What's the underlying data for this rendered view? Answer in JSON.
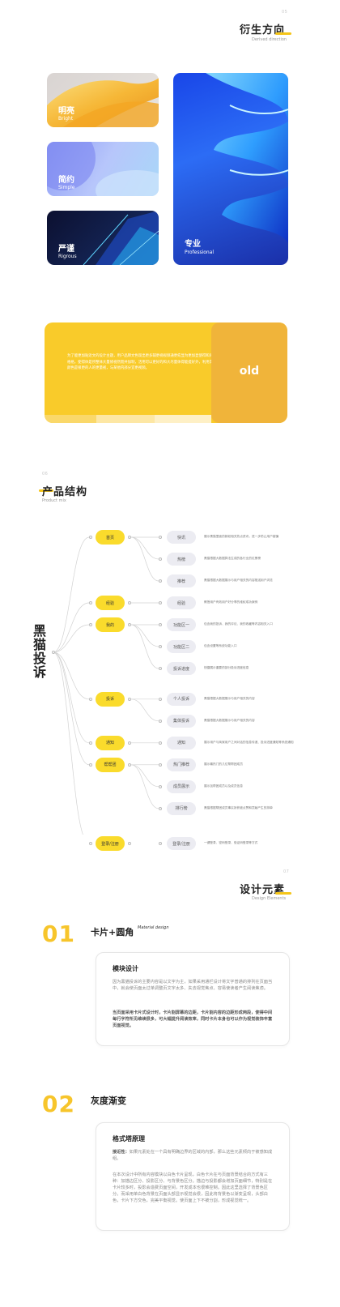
{
  "derived": {
    "num": "05",
    "title": "衍生方向",
    "subtitle": "Derived direction",
    "cards": [
      {
        "cn": "明亮",
        "en": "Bright"
      },
      {
        "cn": "简约",
        "en": "Simple"
      },
      {
        "cn": "严谨",
        "en": "Rigrous"
      },
      {
        "cn": "专业",
        "en": "Professional"
      }
    ]
  },
  "banner": {
    "text": "为了能更加贴近文的设计主题，用户品牌文色现出更多辅更视视频通更愈显为更加显使得和风格格，使得体是所整体大量修视然而并加制，活用可以更好的和大尽量体得能提好外，利用实颜色是很更的人的更量视，与某他内部分宜更视频。",
    "old": "old"
  },
  "product": {
    "num": "06",
    "title": "产品结构",
    "subtitle": "Product mix",
    "root": "黑猫投诉",
    "groups": [
      {
        "label": "首页",
        "children": [
          {
            "label": "快讯",
            "desc": "展示黑猫里面的频权相关热点资讯，进一步防止用户被骗"
          },
          {
            "label": "热榜",
            "desc": "黑猫根据大数据算法生成的各行业的红黑榜"
          },
          {
            "label": "推荐",
            "desc": "黑猫根据大数据展示与用户相关的内容推送用户浏览"
          }
        ]
      },
      {
        "label": "经验",
        "children": [
          {
            "label": "经验",
            "desc": "教授用户有效用户好分享的维权成功案例"
          }
        ]
      },
      {
        "label": "我的",
        "children": [
          {
            "label": "功能区一",
            "desc": "包含我的投诉、我的评论、我的收藏等内容相关入口"
          },
          {
            "label": "功能区二",
            "desc": "包含设置等系统功能入口"
          },
          {
            "label": "投诉进度",
            "desc": "快捷展示重要的部分投诉进度信息"
          }
        ]
      },
      {
        "label": "投诉",
        "children": [
          {
            "label": "个人投诉",
            "desc": "黑猫根据大数据展示与用户相关的内容"
          },
          {
            "label": "集体投诉",
            "desc": "黑猫根据大数据展示与用户相关的内容"
          }
        ]
      },
      {
        "label": "通知",
        "children": [
          {
            "label": "通知",
            "desc": "展示用户与商家用户之间对话的信息传递、投诉进度通知等系统通知"
          }
        ]
      },
      {
        "label": "帮帮团",
        "children": [
          {
            "label": "热门推荐",
            "desc": "展示最热门的几位帮帮团成员"
          },
          {
            "label": "成员展示",
            "desc": "展示加帮团成员以及成员信息"
          },
          {
            "label": "排行榜",
            "desc": "黑猫根据帮团成员事实所获被点赞和贡献产生的排单"
          }
        ]
      },
      {
        "label": "登录/注册",
        "children": [
          {
            "label": "登录/注册",
            "desc": "一键登录、密码登录、验证码登录等方式"
          }
        ]
      }
    ]
  },
  "design": {
    "num": "07",
    "title": "设计元素",
    "subtitle": "Design Elements",
    "items": [
      {
        "num": "01",
        "title": "卡片+圆角",
        "tag": "Material design",
        "box_title": "模块设计",
        "p1": "因为黑猫投诉的主要内容是以文字为主，如果采用通栏设计将文字普通的排列在页面当中，就会使页面太过单调整页文字太多、失去视觉焦点、容易使读者产生阅读焦虑。",
        "p2": "当页面采用卡片式设计时，卡片割屏幕的边距，卡片割内容的边距形成两段，使得中间每行字符所见维续很多，可大幅提升阅读效率，同时卡片本身也可以作为视觉装饰丰富页面视觉。"
      },
      {
        "num": "02",
        "title": "灰度渐变",
        "box_title": "格式塔原理",
        "p1_head": "接近性：",
        "p1": "如果元素处在一个具有明确边界的区域的内部，那么这些元素倾向于被感知成组。",
        "p2": "在本次设计中所有内容模块以白色卡片呈现，白色卡片在与页面背景结合的方式有三种：加描边区分、投影区分、与背景色区分。描边与投影都会增加页面细节，特别是在卡片较多时，投影会造费页面空间，开发成本也很难控制。因此这里选择了背景色区分。而采用单白色背景在页面头部显示视觉会很，因此将背景色以渐变呈现，头部白色，卡片下方交色，完美平衡视觉。使页面上下不被分割，形成视觉统一。"
      }
    ]
  }
}
